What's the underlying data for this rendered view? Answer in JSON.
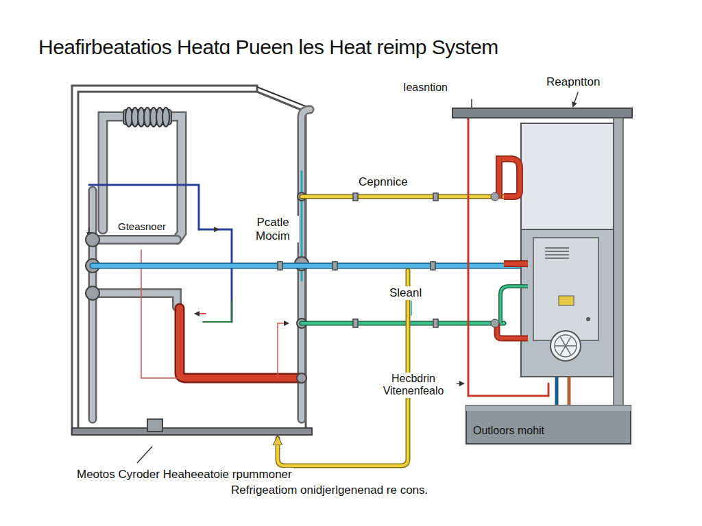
{
  "diagram": {
    "title": "Heafirbeatatios Heatɑ Pueen les Heat reimp System",
    "nodes": [
      {
        "text": [
          "Outloors mohit"
        ]
      }
    ],
    "labels": [
      "Ieasntion",
      "Reapntton",
      "Cepnnice",
      "Pcatle Mocim",
      "Gteasnoer",
      "Sleanl",
      "Hecbdrin Vitenenfealo",
      "Meotos Cyroder Heaheeatoie rpummoner",
      "Refrigeatiom onidjerlgenenad re cons."
    ]
  }
}
